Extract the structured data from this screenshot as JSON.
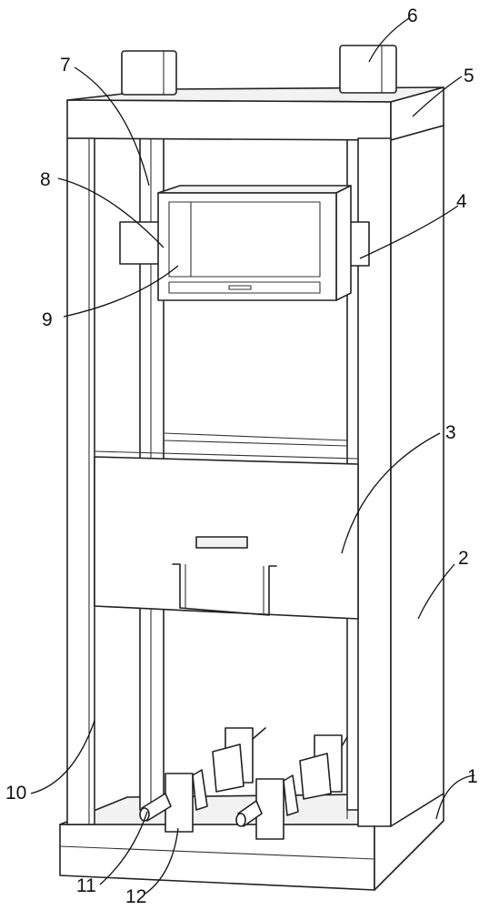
{
  "callouts": [
    {
      "id": "1",
      "text": "1"
    },
    {
      "id": "2",
      "text": "2"
    },
    {
      "id": "3",
      "text": "3"
    },
    {
      "id": "4",
      "text": "4"
    },
    {
      "id": "5",
      "text": "5"
    },
    {
      "id": "6",
      "text": "6"
    },
    {
      "id": "7",
      "text": "7"
    },
    {
      "id": "8",
      "text": "8"
    },
    {
      "id": "9",
      "text": "9"
    },
    {
      "id": "10",
      "text": "10"
    },
    {
      "id": "11",
      "text": "11"
    },
    {
      "id": "12",
      "text": "12"
    }
  ],
  "colors": {
    "line": "#222222",
    "background": "#ffffff"
  }
}
